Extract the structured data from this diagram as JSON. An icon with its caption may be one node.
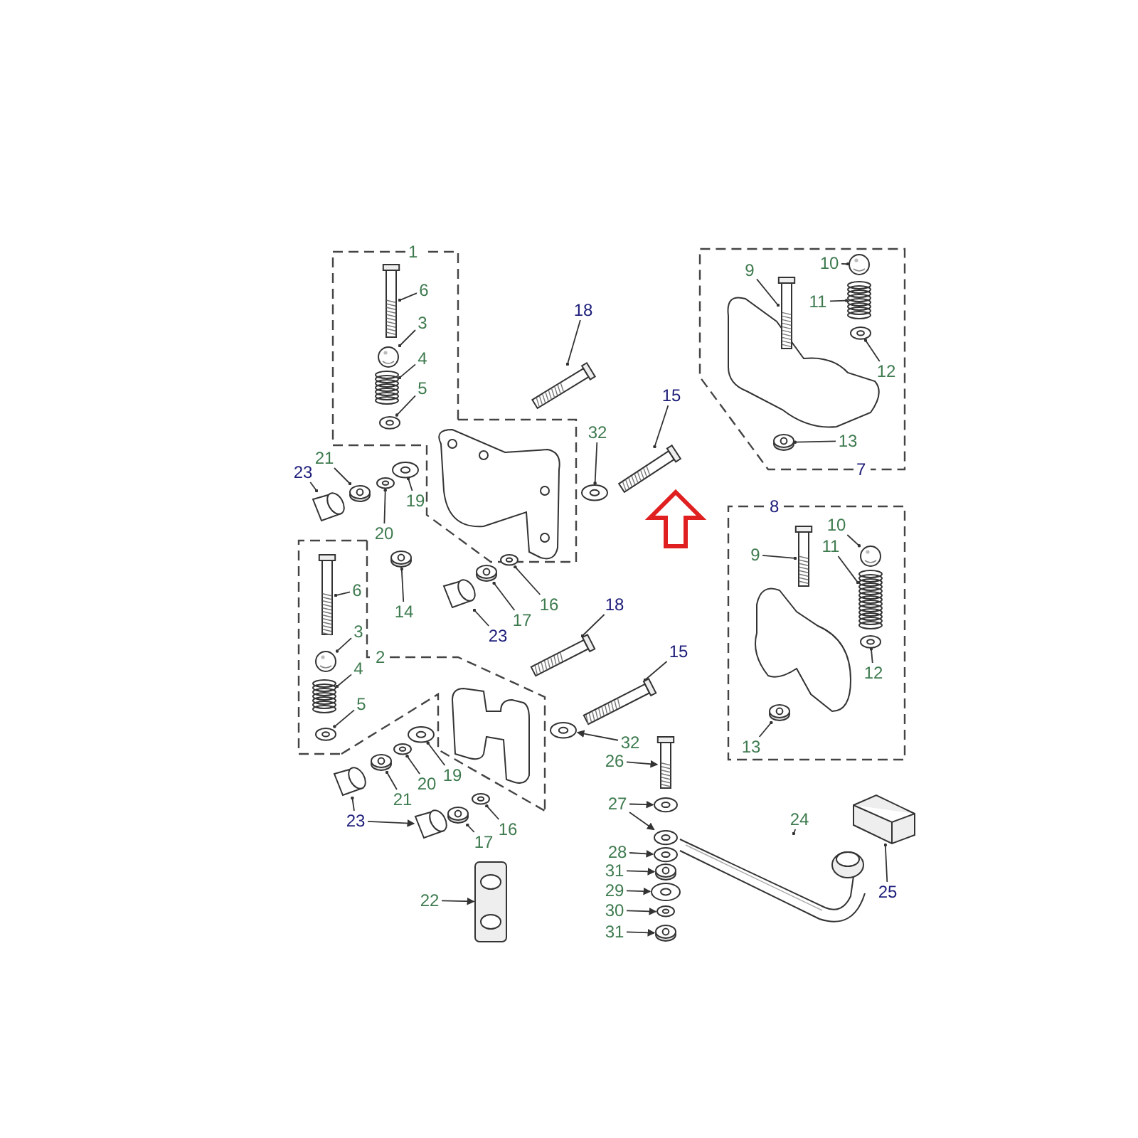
{
  "diagram": {
    "nodes": [
      {
        "text": [
          "1"
        ]
      },
      {
        "text": [
          "6"
        ],
        "in": 0
      },
      {
        "text": [
          "3"
        ],
        "in": 0
      },
      {
        "text": [
          "4"
        ],
        "in": 0
      },
      {
        "text": [
          "5"
        ],
        "in": 0
      },
      {
        "text": [
          "18"
        ]
      },
      {
        "text": [
          "7"
        ]
      },
      {
        "text": [
          "10"
        ],
        "in": 6
      },
      {
        "text": [
          "9"
        ],
        "in": 6
      },
      {
        "text": [
          "11"
        ],
        "in": 6
      },
      {
        "text": [
          "12"
        ],
        "in": 6
      },
      {
        "text": [
          "13"
        ],
        "in": 6
      },
      {
        "text": [
          "15"
        ]
      },
      {
        "text": [
          "32"
        ]
      },
      {
        "text": [
          "23"
        ]
      },
      {
        "text": [
          "21"
        ]
      },
      {
        "text": [
          "19"
        ]
      },
      {
        "text": [
          "20"
        ]
      },
      {
        "text": [
          "8"
        ]
      },
      {
        "text": [
          "10"
        ],
        "in": 18
      },
      {
        "text": [
          "9"
        ],
        "in": 18
      },
      {
        "text": [
          "11"
        ],
        "in": 18
      },
      {
        "text": [
          "12"
        ],
        "in": 18
      },
      {
        "text": [
          "13"
        ],
        "in": 18
      },
      {
        "text": [
          "14"
        ]
      },
      {
        "text": [
          "16"
        ]
      },
      {
        "text": [
          "17"
        ]
      },
      {
        "text": [
          "23"
        ]
      },
      {
        "text": [
          "2"
        ]
      },
      {
        "text": [
          "6"
        ],
        "in": 28
      },
      {
        "text": [
          "3"
        ],
        "in": 28
      },
      {
        "text": [
          "4"
        ],
        "in": 28
      },
      {
        "text": [
          "5"
        ],
        "in": 28
      },
      {
        "text": [
          "18"
        ]
      },
      {
        "text": [
          "15"
        ]
      },
      {
        "text": [
          "32"
        ]
      },
      {
        "text": [
          "26"
        ]
      },
      {
        "text": [
          "19"
        ]
      },
      {
        "text": [
          "20"
        ]
      },
      {
        "text": [
          "27"
        ]
      },
      {
        "text": [
          "24"
        ]
      },
      {
        "text": [
          "21"
        ]
      },
      {
        "text": [
          "23"
        ]
      },
      {
        "text": [
          "16"
        ]
      },
      {
        "text": [
          "17"
        ]
      },
      {
        "text": [
          "28"
        ]
      },
      {
        "text": [
          "31"
        ]
      },
      {
        "text": [
          "29"
        ]
      },
      {
        "text": [
          "25"
        ]
      },
      {
        "text": [
          "30"
        ]
      },
      {
        "text": [
          "31"
        ]
      },
      {
        "text": [
          "22"
        ]
      },
      {
        "text": [],
        "shape": "picture",
        "in": 0
      },
      {
        "text": [],
        "shape": "picture",
        "in": 0
      },
      {
        "text": [],
        "shape": "picture",
        "in": 0
      },
      {
        "text": [],
        "shape": "picture",
        "in": 0
      },
      {
        "text": [],
        "shape": "picture"
      },
      {
        "text": [],
        "shape": "picture",
        "in": 6
      },
      {
        "text": [],
        "shape": "picture",
        "in": 6
      },
      {
        "text": [],
        "shape": "picture",
        "in": 6
      },
      {
        "text": [],
        "shape": "picture",
        "in": 6
      },
      {
        "text": [],
        "shape": "picture",
        "in": 6
      },
      {
        "text": [],
        "shape": "picture"
      },
      {
        "text": [],
        "shape": "picture"
      },
      {
        "text": [],
        "shape": "picture"
      },
      {
        "text": [],
        "shape": "picture"
      },
      {
        "text": [],
        "shape": "picture"
      },
      {
        "text": [],
        "shape": "picture"
      },
      {
        "text": [],
        "shape": "picture",
        "in": 18
      },
      {
        "text": [],
        "shape": "picture",
        "in": 18
      },
      {
        "text": [],
        "shape": "picture",
        "in": 18
      },
      {
        "text": [],
        "shape": "picture",
        "in": 18
      },
      {
        "text": [],
        "shape": "picture",
        "in": 18
      },
      {
        "text": [],
        "shape": "picture"
      },
      {
        "text": [],
        "shape": "picture"
      },
      {
        "text": [],
        "shape": "picture"
      },
      {
        "text": [],
        "shape": "picture"
      },
      {
        "text": [],
        "shape": "picture",
        "in": 28
      },
      {
        "text": [],
        "shape": "picture",
        "in": 28
      },
      {
        "text": [],
        "shape": "picture",
        "in": 28
      },
      {
        "text": [],
        "shape": "picture",
        "in": 28
      },
      {
        "text": [],
        "shape": "picture"
      },
      {
        "text": [],
        "shape": "picture"
      },
      {
        "text": [],
        "shape": "picture"
      },
      {
        "text": [],
        "shape": "picture"
      },
      {
        "text": [],
        "shape": "picture"
      },
      {
        "text": [],
        "shape": "picture"
      },
      {
        "text": [],
        "shape": "picture"
      },
      {
        "text": [],
        "shape": "picture"
      },
      {
        "text": [],
        "shape": "picture"
      },
      {
        "text": [],
        "shape": "picture"
      },
      {
        "text": [],
        "shape": "picture"
      },
      {
        "text": [],
        "shape": "picture"
      },
      {
        "text": [],
        "shape": "picture"
      },
      {
        "text": [],
        "shape": "picture"
      },
      {
        "text": [],
        "shape": "picture"
      },
      {
        "text": [],
        "shape": "picture"
      },
      {
        "text": [],
        "shape": "picture"
      },
      {
        "text": [],
        "shape": "picture"
      },
      {
        "text": [],
        "shape": "picture"
      },
      {
        "text": [],
        "shape": "picture"
      },
      {
        "text": [],
        "shape": "picture"
      }
    ],
    "edges": [
      {
        "from": 1,
        "to": 52,
        "arrow": "other"
      },
      {
        "from": 2,
        "to": 53,
        "arrow": "other"
      },
      {
        "from": 3,
        "to": 54,
        "arrow": "other"
      },
      {
        "from": 4,
        "to": 55,
        "arrow": "other"
      },
      {
        "from": 5,
        "to": 56,
        "arrow": "other"
      },
      {
        "from": 7,
        "to": 57,
        "arrow": "other"
      },
      {
        "from": 8,
        "to": 58,
        "arrow": "other"
      },
      {
        "from": 9,
        "to": 59,
        "arrow": "other"
      },
      {
        "from": 10,
        "to": 60,
        "arrow": "other"
      },
      {
        "from": 11,
        "to": 61,
        "arrow": "other"
      },
      {
        "from": 12,
        "to": 62,
        "arrow": "other"
      },
      {
        "from": 13,
        "to": 63,
        "arrow": "other"
      },
      {
        "from": 14,
        "to": 64,
        "arrow": "other"
      },
      {
        "from": 15,
        "to": 65,
        "arrow": "other"
      },
      {
        "from": 16,
        "to": 66,
        "arrow": "other"
      },
      {
        "from": 17,
        "to": 67,
        "arrow": "other"
      },
      {
        "from": 19,
        "to": 68,
        "arrow": "other"
      },
      {
        "from": 20,
        "to": 69,
        "arrow": "other"
      },
      {
        "from": 21,
        "to": 70,
        "arrow": "other"
      },
      {
        "from": 22,
        "to": 71,
        "arrow": "other"
      },
      {
        "from": 23,
        "to": 72,
        "arrow": "other"
      },
      {
        "from": 24,
        "to": 73,
        "arrow": "other"
      },
      {
        "from": 25,
        "to": 74,
        "arrow": "other"
      },
      {
        "from": 26,
        "to": 75,
        "arrow": "other"
      },
      {
        "from": 27,
        "to": 76,
        "arrow": "other"
      },
      {
        "from": 29,
        "to": 77,
        "arrow": "other"
      },
      {
        "from": 30,
        "to": 78,
        "arrow": "other"
      },
      {
        "from": 31,
        "to": 79,
        "arrow": "other"
      },
      {
        "from": 32,
        "to": 80,
        "arrow": "other"
      },
      {
        "from": 33,
        "to": 81,
        "arrow": "other"
      },
      {
        "from": 34,
        "to": 82,
        "arrow": "other"
      },
      {
        "from": 35,
        "to": 83,
        "arrow": "to"
      },
      {
        "from": 36,
        "to": 84,
        "arrow": "to"
      },
      {
        "from": 37,
        "to": 85,
        "arrow": "other"
      },
      {
        "from": 38,
        "to": 86,
        "arrow": "other"
      },
      {
        "from": 39,
        "to": 87,
        "arrow": "to"
      },
      {
        "from": 39,
        "to": 88,
        "arrow": "to"
      },
      {
        "from": 40,
        "to": 89,
        "arrow": "other"
      },
      {
        "from": 41,
        "to": 90,
        "arrow": "other"
      },
      {
        "from": 42,
        "to": 91,
        "arrow": "other"
      },
      {
        "from": 42,
        "to": 92,
        "arrow": "to"
      },
      {
        "from": 43,
        "to": 93,
        "arrow": "other"
      },
      {
        "from": 44,
        "to": 94,
        "arrow": "other"
      },
      {
        "from": 45,
        "to": 95,
        "arrow": "to"
      },
      {
        "from": 46,
        "to": 96,
        "arrow": "to"
      },
      {
        "from": 47,
        "to": 97,
        "arrow": "to"
      },
      {
        "from": 48,
        "to": 98,
        "arrow": "other"
      },
      {
        "from": 49,
        "to": 99,
        "arrow": "to"
      },
      {
        "from": 50,
        "to": 100,
        "arrow": "to"
      },
      {
        "from": 51,
        "to": 101,
        "arrow": "to"
      }
    ]
  }
}
